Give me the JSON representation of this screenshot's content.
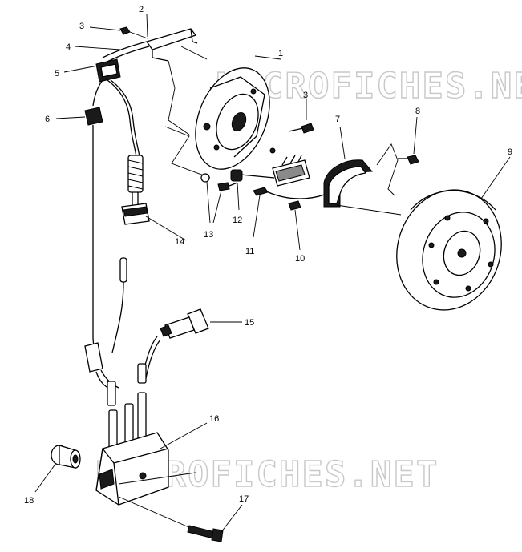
{
  "watermark": {
    "text_1": "MICROFICHES.NET",
    "text_2": "MICROFICHES.NET"
  },
  "callouts": [
    {
      "number": "1",
      "part": "stator-plate"
    },
    {
      "number": "2",
      "part": "wire-clamp"
    },
    {
      "number": "3",
      "part": "screw"
    },
    {
      "number": "4",
      "part": "wire-harness"
    },
    {
      "number": "5",
      "part": "grommet"
    },
    {
      "number": "6",
      "part": "connector"
    },
    {
      "number": "7",
      "part": "exciter-coil"
    },
    {
      "number": "8",
      "part": "screw"
    },
    {
      "number": "9",
      "part": "flywheel"
    },
    {
      "number": "10",
      "part": "screw"
    },
    {
      "number": "11",
      "part": "pulser-coil"
    },
    {
      "number": "12",
      "part": "spacer"
    },
    {
      "number": "13",
      "part": "screw-and-washer"
    },
    {
      "number": "14",
      "part": "connector-block"
    },
    {
      "number": "15",
      "part": "spark-plug-cap"
    },
    {
      "number": "16",
      "part": "cdi-ignition-coil"
    },
    {
      "number": "17",
      "part": "bolt"
    },
    {
      "number": "18",
      "part": "collar"
    }
  ]
}
